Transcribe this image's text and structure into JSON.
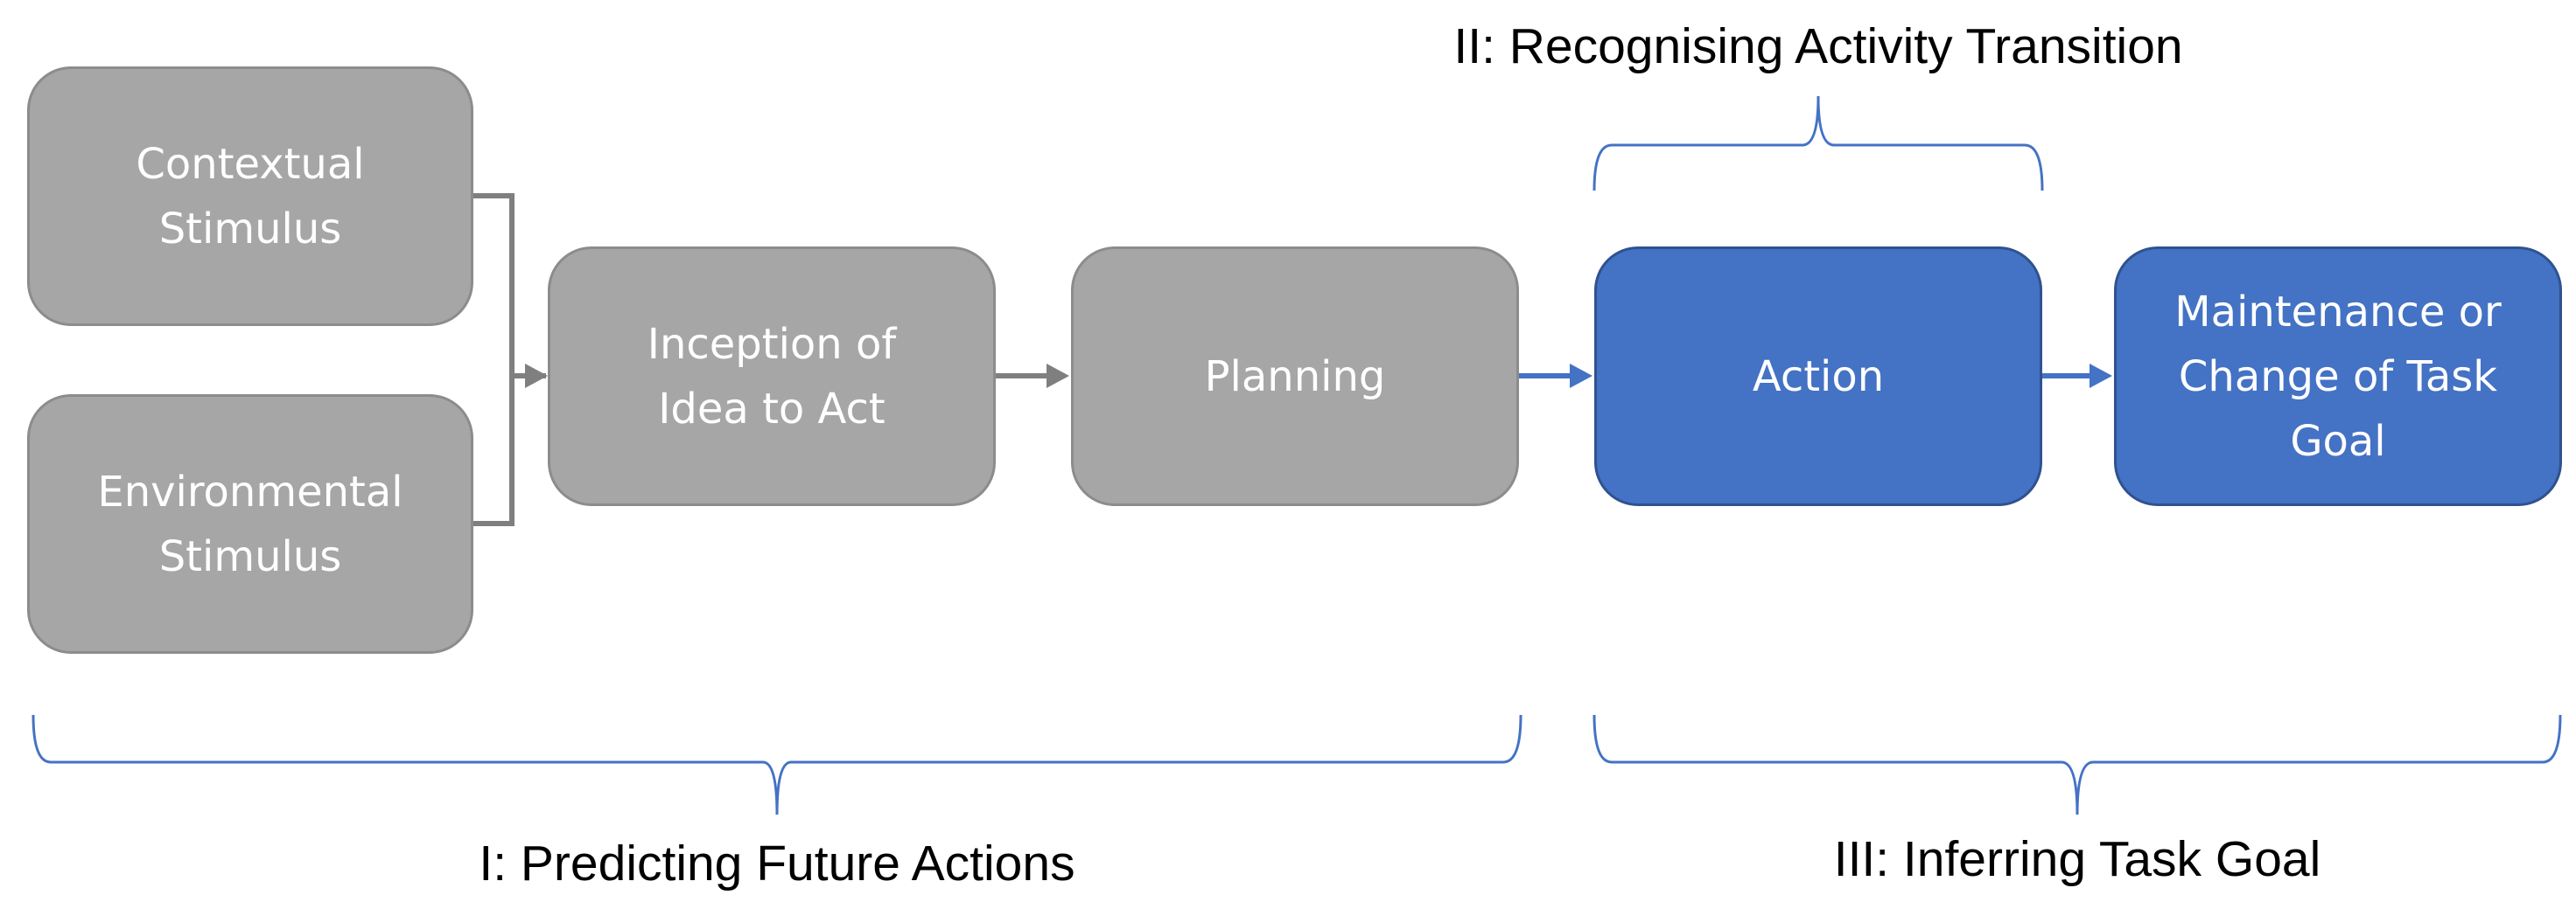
{
  "boxes": {
    "contextual": "Contextual\nStimulus",
    "environmental": "Environmental\nStimulus",
    "inception": "Inception of\nIdea to Act",
    "planning": "Planning",
    "action": "Action",
    "maintenance": "Maintenance or\nChange of Task\nGoal"
  },
  "labels": {
    "phase1": "I: Predicting Future Actions",
    "phase2": "II: Recognising Activity Transition",
    "phase3": "III: Inferring Task Goal"
  },
  "colors": {
    "grey_fill": "#a6a6a6",
    "grey_border": "#8c8c8c",
    "grey_connector": "#7f7f7f",
    "blue_fill": "#4472c4",
    "blue_border": "#2f528f",
    "blue_connector": "#4472c4",
    "bracket": "#4472c4",
    "text_light": "#ffffff",
    "text_dark": "#000000"
  }
}
